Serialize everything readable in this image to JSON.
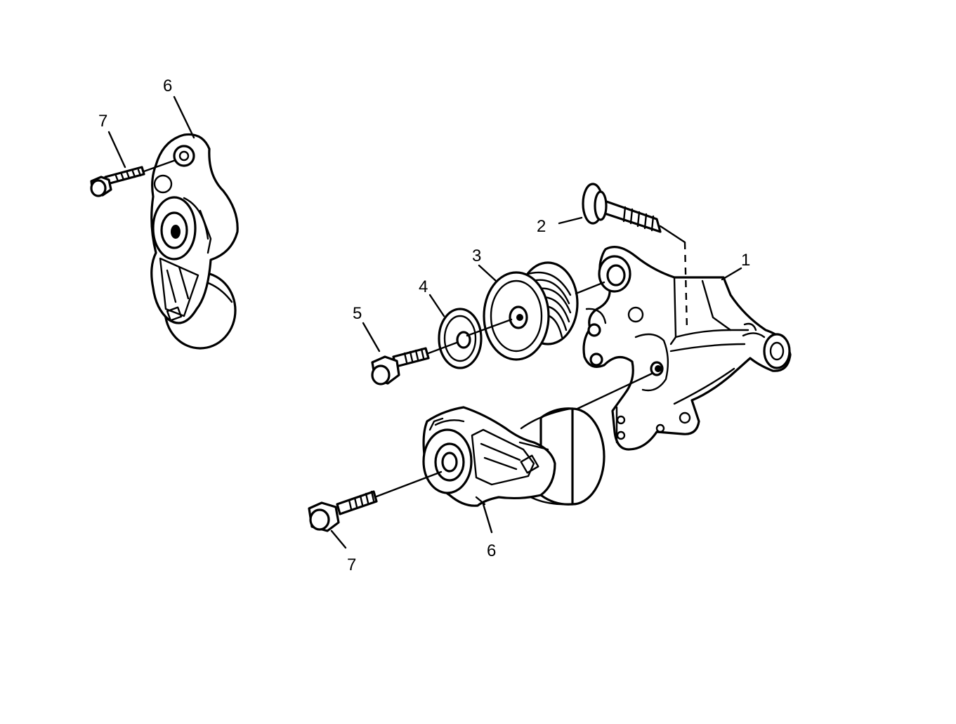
{
  "callouts": {
    "c1": "1",
    "c2": "2",
    "c3": "3",
    "c4": "4",
    "c5": "5",
    "c6_top": "6",
    "c7_top": "7",
    "c6_bottom": "6",
    "c7_bottom": "7"
  },
  "colors": {
    "line": "#000000",
    "background": "#ffffff"
  }
}
